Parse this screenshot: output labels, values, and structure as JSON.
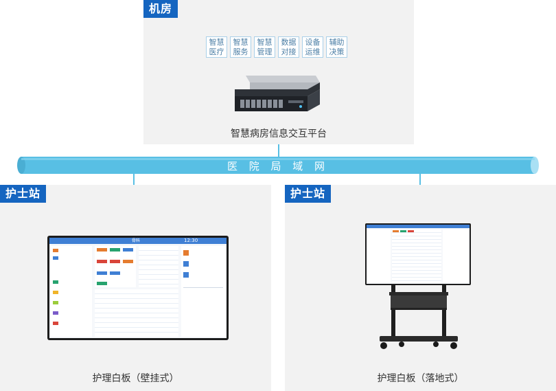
{
  "server_room": {
    "title": "机房",
    "modules": [
      "智慧医疗",
      "智慧服务",
      "智慧管理",
      "数据对接",
      "设备运维",
      "辅助决策"
    ],
    "platform_label": "智慧病房信息交互平台"
  },
  "network_label": "医 院 局 域 网",
  "nurse_station_left": {
    "title": "护士站",
    "caption": "护理白板（壁挂式）"
  },
  "nurse_station_right": {
    "title": "护士站",
    "caption": "护理白板（落地式）"
  },
  "screen": {
    "department": "骨科",
    "time": "12:30"
  },
  "colors": {
    "tag_blue": "#1565c0",
    "pipe_blue": "#58bfe4",
    "panel_gray": "#f2f2f2"
  }
}
